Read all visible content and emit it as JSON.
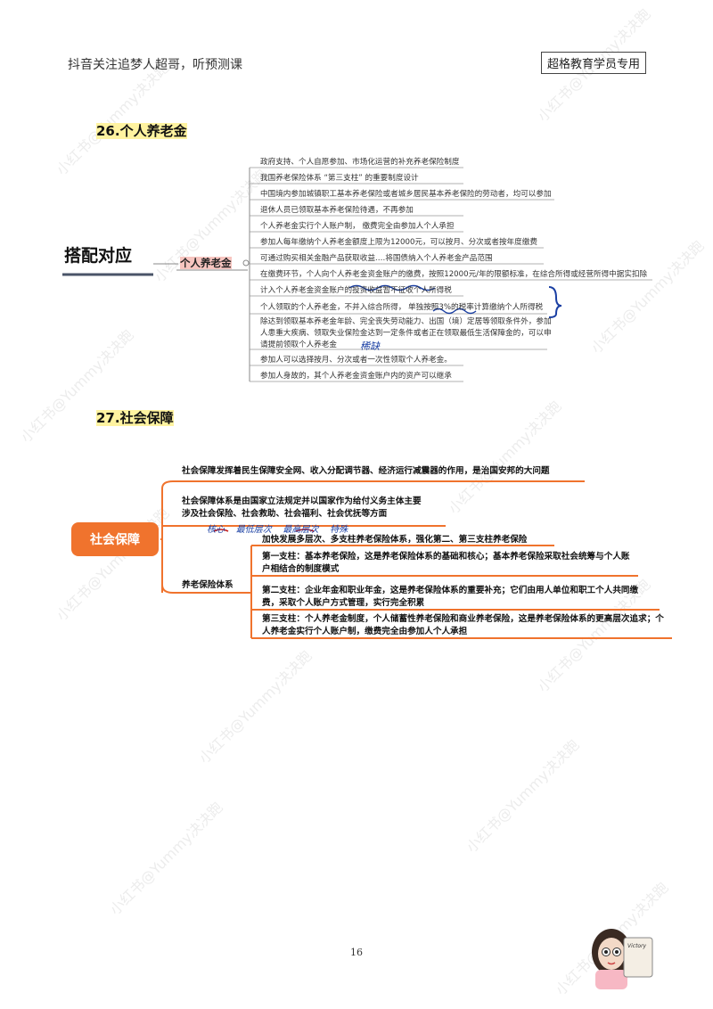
{
  "header": {
    "left_text": "抖音关注追梦人超哥，听预测课",
    "right_text": "超格教育学员专用"
  },
  "section26": {
    "title": "26.个人养老金",
    "big_node": "搭配对应",
    "center_node": "个人养老金",
    "items": [
      "政府支持、个人自愿参加、市场化运营的补充养老保险制度",
      "我国养老保险体系 “第三支柱” 的重要制度设计",
      "中国境内参加城镇职工基本养老保险或者城乡居民基本养老保险的劳动者，均可以参加",
      "退休人员已领取基本养老保险待遇，不再参加",
      "个人养老金实行个人账户制， 缴费完全由参加人个人承担",
      "参加人每年缴纳个人养老金额度上限为12000元，可以按月、分次或者按年度缴费",
      "可通过购买相关金融产品获取收益….将国债纳入个人养老金产品范围",
      "在缴费环节，个人向个人养老金资金账户的缴费，按照12000元/年的限额标准，在综合所得或经营所得中据实扣除",
      "计入个人养老金资金账户的投资收益暂不征收个人所得税",
      "个人领取的个人养老金，不并入综合所得， 单独按照3%的税率计算缴纳个人所得税",
      "除达到领取基本养老金年龄、完全丧失劳动能力、出国（境）定居等领取条件外，参加人患重大疾病、领取失业保险金达到一定条件或者正在领取最低生活保障金的，可以申请提前领取个人养老金",
      "参加人可以选择按月、分次或者一次性领取个人养老金。",
      "参加人身故的，其个人养老金资金账户内的资产可以继承"
    ],
    "handwriting_note": "稀缺"
  },
  "section27": {
    "title": "27.社会保障",
    "center_node": "社会保障",
    "item1": "社会保障发挥着民生保障安全网、收入分配调节器、经济运行减震器的作用，是治国安邦的大问题",
    "item2_line1": "社会保障体系是由国家立法规定并以国家作为给付义务主体主要",
    "item2_line2": "涉及社会保险、社会救助、社会福利、社会优抚等方面",
    "handwriting": "核心    最低层次    最高层次    特殊",
    "pension_node": "养老保险体系",
    "pension_intro": "加快发展多层次、多支柱养老保险体系，强化第二、第三支柱养老保险",
    "pillar1": "第一支柱：基本养老保险，这是养老保险体系的基础和核心；基本养老保险采取社会统筹与个人账户相结合的制度模式",
    "pillar2": "第二支柱：企业年金和职业年金，这是养老保险体系的重要补充；它们由用人单位和职工个人共同缴费，采取个人账户方式管理，实行完全积累",
    "pillar3": "第三支柱：个人养老金制度，个人储蓄性养老保险和商业养老保险，这是养老保险体系的更高层次追求；个人养老金实行个人账户制，缴费完全由参加人个人承担"
  },
  "footer": {
    "page_number": "16",
    "sticker_text": "Victory"
  },
  "watermark": "小红书@Yummy决决跑",
  "colors": {
    "orange": "#f0732d",
    "line_gray": "#8a8a8a",
    "hand_blue": "#1a3fa3"
  }
}
